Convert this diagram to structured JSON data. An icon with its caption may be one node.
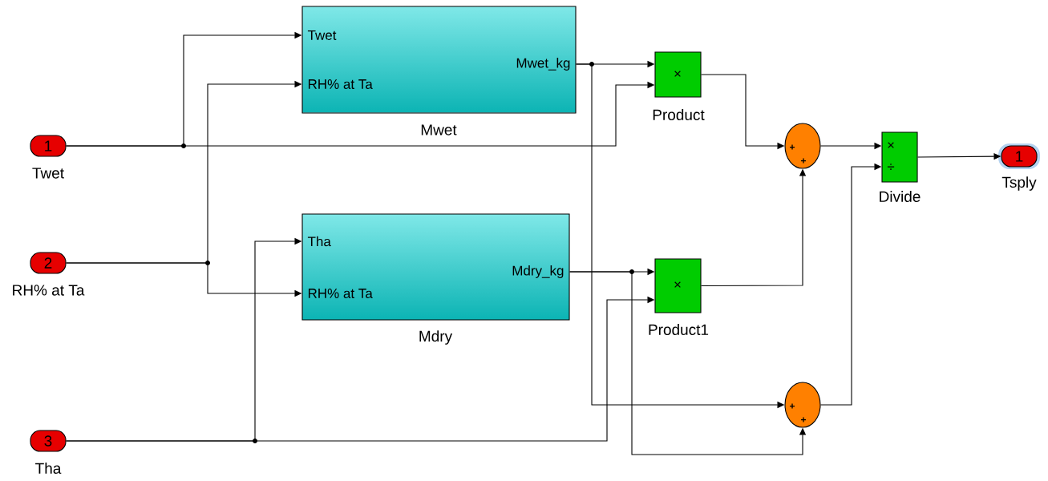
{
  "diagram": {
    "nodes": [
      {
        "text": [
          "1"
        ],
        "beside": [
          "Twet"
        ]
      },
      {
        "text": [
          "2"
        ],
        "beside": [
          "RH% at Ta"
        ]
      },
      {
        "text": [
          "3"
        ],
        "beside": [
          "Tha"
        ]
      },
      {
        "text": [
          "Twet",
          "RH% at Ta",
          "Mwet_kg"
        ],
        "beside": [
          "Mwet"
        ]
      },
      {
        "text": [
          "Tha",
          "RH% at Ta",
          "Mdry_kg"
        ],
        "beside": [
          "Mdry"
        ]
      },
      {
        "text": [
          "×"
        ],
        "beside": [
          "Product"
        ]
      },
      {
        "text": [
          "×"
        ],
        "beside": [
          "Product1"
        ]
      },
      {
        "text": [
          "+",
          "+"
        ]
      },
      {
        "text": [
          "+",
          "+"
        ]
      },
      {
        "text": [
          "×",
          "÷"
        ],
        "beside": [
          "Divide"
        ]
      },
      {
        "text": [
          "1"
        ],
        "beside": [
          "Tsply"
        ]
      }
    ],
    "edges": [
      {
        "from": 0,
        "to": 3,
        "arrow": "to"
      },
      {
        "from": 0,
        "to": 5,
        "arrow": "to"
      },
      {
        "from": 1,
        "to": 3,
        "arrow": "to"
      },
      {
        "from": 1,
        "to": 4,
        "arrow": "to"
      },
      {
        "from": 2,
        "to": 4,
        "arrow": "to"
      },
      {
        "from": 2,
        "to": 6,
        "arrow": "to"
      },
      {
        "from": 3,
        "to": 5,
        "arrow": "to"
      },
      {
        "from": 3,
        "to": 8,
        "arrow": "to"
      },
      {
        "from": 4,
        "to": 6,
        "arrow": "to"
      },
      {
        "from": 4,
        "to": 8,
        "arrow": "to"
      },
      {
        "from": 5,
        "to": 7,
        "arrow": "to"
      },
      {
        "from": 6,
        "to": 7,
        "arrow": "to"
      },
      {
        "from": 7,
        "to": 9,
        "arrow": "to"
      },
      {
        "from": 8,
        "to": 9,
        "arrow": "to"
      },
      {
        "from": 9,
        "to": 10,
        "arrow": "to"
      }
    ]
  }
}
